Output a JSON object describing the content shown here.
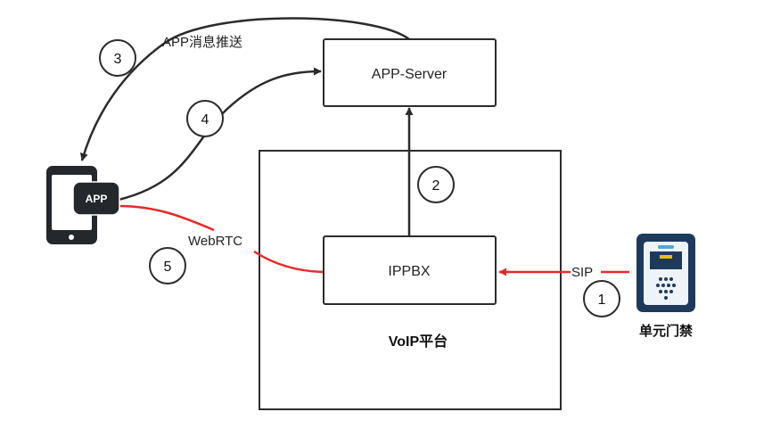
{
  "nodes": {
    "app_server": {
      "label": "APP-Server"
    },
    "ippbx": {
      "label": "IPPBX"
    },
    "voip_platform": {
      "label": "VoIP平台"
    },
    "phone_app": {
      "label": "APP"
    },
    "door_unit": {
      "label": "单元门禁"
    }
  },
  "edges": {
    "push": {
      "label": "APP消息推送",
      "step": "3"
    },
    "app_to_server": {
      "step": "4"
    },
    "ippbx_to_server": {
      "step": "2"
    },
    "webrtc": {
      "label": "WebRTC",
      "step": "5"
    },
    "sip": {
      "label": "SIP",
      "step": "1"
    }
  },
  "colors": {
    "stroke": "#2b2b2b",
    "red": "#e32b2b",
    "device_dark": "#24272c",
    "door_blue": "#1d3a5c",
    "door_accent": "#f5b81c",
    "door_light": "#4fa6d8"
  }
}
